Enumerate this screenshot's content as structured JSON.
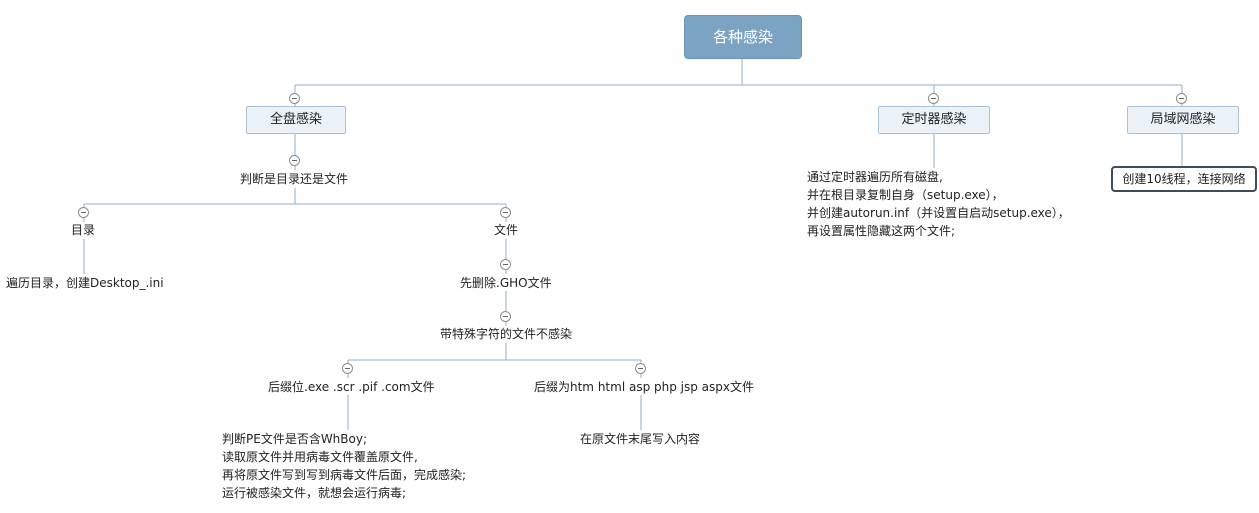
{
  "mindmap": {
    "root": "各种感染",
    "full_disk": {
      "label": "全盘感染",
      "judge": "判断是目录还是文件",
      "directory": {
        "label": "目录",
        "detail": "遍历目录，创建Desktop_.ini"
      },
      "file": {
        "label": "文件",
        "delete_gho": "先删除.GHO文件",
        "skip_special": "带特殊字符的文件不感染",
        "suffix_exe": {
          "label": "后缀位.exe .scr .pif .com文件",
          "details": [
            "判断PE文件是否含WhBoy;",
            "读取原文件并用病毒文件覆盖原文件,",
            "再将原文件写到写到病毒文件后面，完成感染;",
            "运行被感染文件，就想会运行病毒;"
          ]
        },
        "suffix_web": {
          "label": "后缀为htm html asp php jsp aspx文件",
          "detail": "在原文件末尾写入内容"
        }
      }
    },
    "timer": {
      "label": "定时器感染",
      "details": [
        "通过定时器遍历所有磁盘,",
        "并在根目录复制自身（setup.exe），",
        "并创建autorun.inf（并设置自启动setup.exe），",
        "再设置属性隐藏这两个文件;"
      ]
    },
    "lan": {
      "label": "局域网感染",
      "detail": "创建10线程，连接网络"
    }
  }
}
